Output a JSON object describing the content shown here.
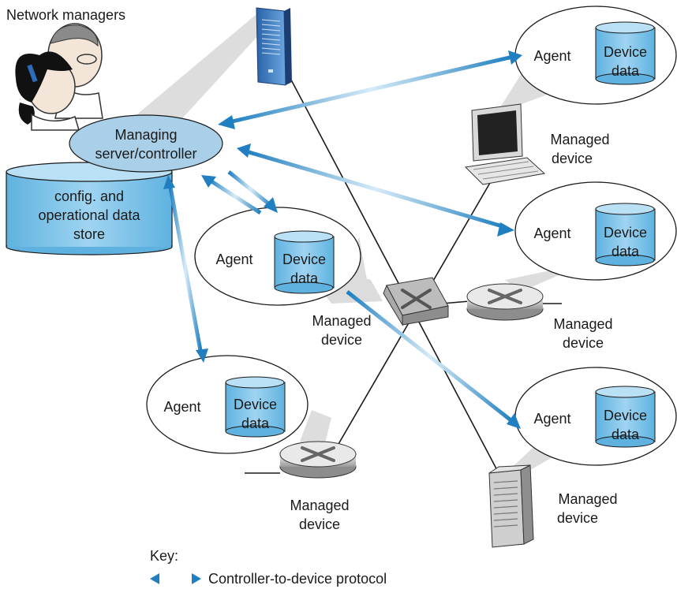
{
  "title": "Network managers",
  "managing_server": {
    "line1": "Managing",
    "line2": "server/controller"
  },
  "data_store": {
    "line1": "config. and",
    "line2": "operational data",
    "line3": "store"
  },
  "agent_label": "Agent",
  "device_data": {
    "line1": "Device",
    "line2": "data"
  },
  "managed_device": {
    "line1": "Managed",
    "line2": "device"
  },
  "key": {
    "title": "Key:",
    "protocol_label": "Controller-to-device protocol"
  },
  "colors": {
    "arrow": "#1f7fc0",
    "cylinder": "#7ec4ea",
    "server_ellipse": "#a9cfe9",
    "cone": "#d4d4d4"
  }
}
